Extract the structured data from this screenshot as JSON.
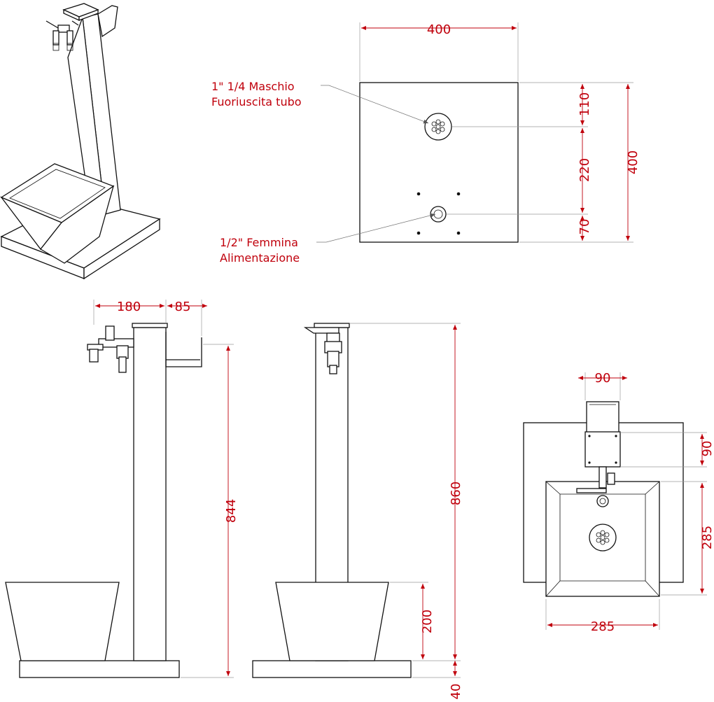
{
  "colors": {
    "dimension": "#c0000c",
    "outline": "#111111",
    "extension": "#9a9a9a"
  },
  "dimensions": {
    "top_width": "400",
    "top_height": "400",
    "top_dist_110": "110",
    "top_dist_220": "220",
    "top_dist_70": "70",
    "front_width_180": "180",
    "front_width_85": "85",
    "front_height_844": "844",
    "side_height_860": "860",
    "side_basin_200": "200",
    "side_base_40": "40",
    "plan_width_90": "90",
    "plan_height_90": "90",
    "plan_height_285": "285",
    "plan_width_285": "285"
  },
  "notes": {
    "outlet_line1": "1\" 1/4 Maschio",
    "outlet_line2": "Fuoriuscita tubo",
    "supply_line1": "1/2\" Femmina",
    "supply_line2": "Alimentazione"
  },
  "icons": {
    "drain": "drain-icon",
    "tap": "faucet-icon",
    "supply_fitting": "fitting-icon"
  }
}
